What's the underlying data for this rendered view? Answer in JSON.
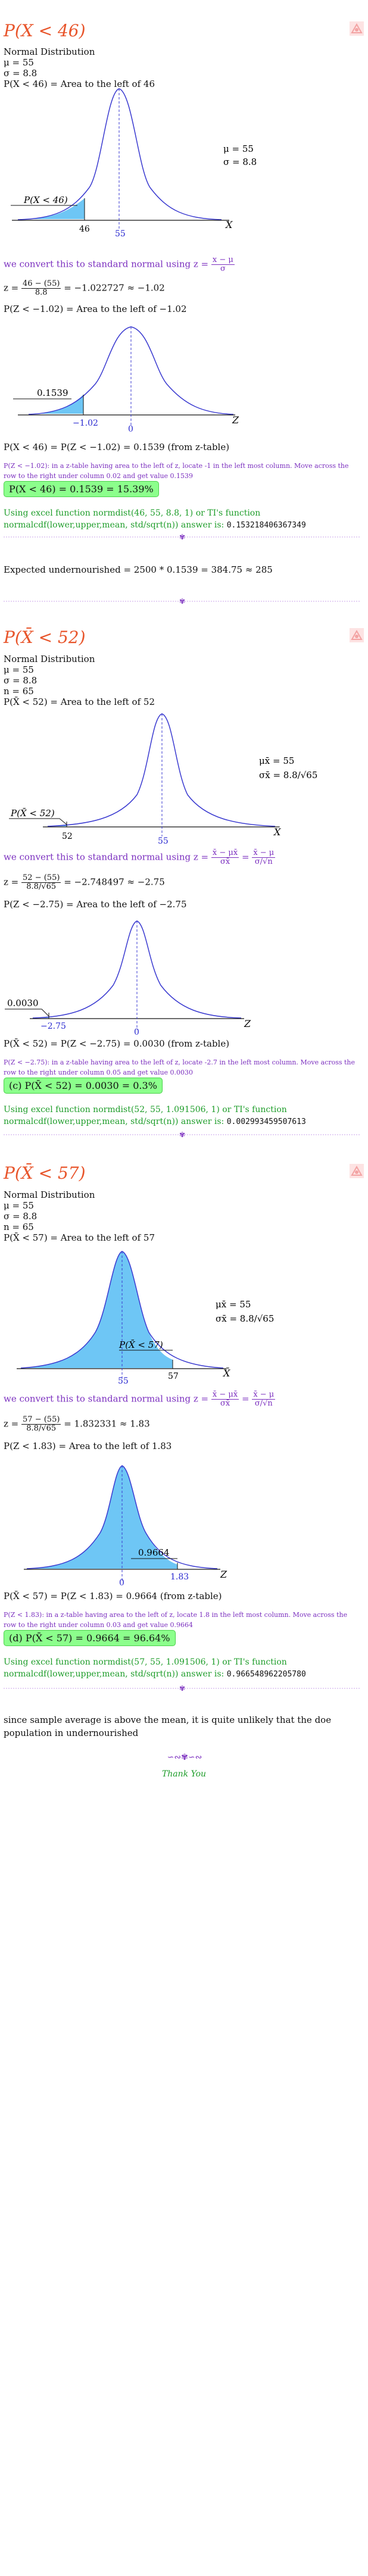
{
  "colors": {
    "accent": "#e8552b",
    "violet": "#7b2fbf",
    "green": "#1e9d2a",
    "box": "#8cff8c",
    "fill": "#4fc3f7",
    "curve": "#3a3ad0"
  },
  "s1": {
    "title": "P(X < 46)",
    "lines": [
      "Normal Distribution",
      "μ = 55",
      "σ = 8.8",
      "P(X < 46) = Area to the left of 46"
    ],
    "chart_mu": "μ = 55",
    "chart_sigma": "σ = 8.8",
    "label_region": "P(X < 46)",
    "tick_a": "46",
    "tick_mu": "55",
    "axis": "X",
    "convert_text": "we convert this to standard normal using",
    "convert_formula_lhs": "z =",
    "convert_formula_num": "x − μ",
    "convert_formula_den": "σ",
    "z_calc_num": "46 − (55)",
    "z_calc_den": "8.8",
    "z_calc_lhs": "z =",
    "z_calc_rhs": "= −1.022727 ≈ −1.02",
    "pz_line": "P(Z < −1.02) = Area to the left of −1.02",
    "z_label_val": "0.1539",
    "z_tick_a": "−1.02",
    "z_tick_0": "0",
    "z_axis": "Z",
    "result_line": "P(X < 46) = P(Z < −1.02) = 0.1539 (from z-table)",
    "note": "P(Z < −1.02): in a z-table having area to the left of z, locate -1 in the left most column. Move across the row to the right under column 0.02 and get value 0.1539",
    "answer": "P(X < 46) = 0.1539 = 15.39%",
    "excel": "Using excel function normdist(46, 55, 8.8, 1) or TI's function normalcdf(lower,upper,mean, std/sqrt(n)) answer is:",
    "excel_val": "0.153218406367349",
    "expected": "Expected undernourished = 2500 * 0.1539 = 384.75 ≈ 285"
  },
  "s2": {
    "title": "P(X̄ < 52)",
    "lines": [
      "Normal Distribution",
      "μ = 55",
      "σ = 8.8",
      "n = 65",
      "P(X̄ < 52) = Area to the left of 52"
    ],
    "chart_mu": "μx̄ = 55",
    "chart_sigma": "σx̄ = 8.8/√65",
    "label_region": "P(X̄ < 52)",
    "tick_a": "52",
    "tick_mu": "55",
    "axis": "X̄",
    "convert_text": "we convert this to standard normal using",
    "convert_formula_lhs": "z =",
    "convert_formula_num": "x̄ − μx̄",
    "convert_formula_den": "σx̄",
    "convert_formula_num2": "x̄ − μ",
    "convert_formula_den2": "σ/√n",
    "z_calc_num": "52 − (55)",
    "z_calc_den": "8.8/√65",
    "z_calc_lhs": "z =",
    "z_calc_rhs": "= −2.748497 ≈ −2.75",
    "pz_line": "P(Z < −2.75) = Area to the left of −2.75",
    "z_label_val": "0.0030",
    "z_tick_a": "−2.75",
    "z_tick_0": "0",
    "z_axis": "Z",
    "result_line": "P(X̄ < 52) = P(Z < −2.75) = 0.0030 (from z-table)",
    "note": "P(Z < −2.75): in a z-table having area to the left of z, locate -2.7 in the left most column. Move across the row to the right under column 0.05 and get value 0.0030",
    "answer": "(c) P(X̄ < 52) = 0.0030 = 0.3%",
    "excel": "Using excel function normdist(52, 55, 1.091506, 1) or TI's function normalcdf(lower,upper,mean, std/sqrt(n)) answer is:",
    "excel_val": "0.00299345950761​3"
  },
  "s3": {
    "title": "P(X̄ < 57)",
    "lines": [
      "Normal Distribution",
      "μ = 55",
      "σ = 8.8",
      "n = 65",
      "P(X̄ < 57) = Area to the left of 57"
    ],
    "chart_mu": "μx̄ = 55",
    "chart_sigma": "σx̄ = 8.8/√65",
    "label_region": "P(X̄ < 57)",
    "tick_a": "57",
    "tick_mu": "55",
    "axis": "X̄",
    "convert_text": "we convert this to standard normal using",
    "convert_formula_lhs": "z =",
    "convert_formula_num": "x̄ − μx̄",
    "convert_formula_den": "σx̄",
    "convert_formula_num2": "x̄ − μ",
    "convert_formula_den2": "σ/√n",
    "z_calc_num": "57 − (55)",
    "z_calc_den": "8.8/√65",
    "z_calc_lhs": "z =",
    "z_calc_rhs": "= 1.832331 ≈ 1.83",
    "pz_line": "P(Z < 1.83) = Area to the left of 1.83",
    "z_label_val": "0.9664",
    "z_tick_a": "1.83",
    "z_tick_0": "0",
    "z_axis": "Z",
    "result_line": "P(X̄ < 57) = P(Z < 1.83) = 0.9664 (from z-table)",
    "note": "P(Z < 1.83): in a z-table having area to the left of z, locate 1.8 in the left most column. Move across the row to the right under column 0.03 and get value 0.9664",
    "answer": "(d) P(X̄ < 57) = 0.9664 = 96.64%",
    "excel": "Using excel function normdist(57, 55, 1.091506, 1) or TI's function normalcdf(lower,upper,mean, std/sqrt(n)) answer is:",
    "excel_val": "0.966548962205780"
  },
  "conclusion": "since sample average is above the mean, it is quite unlikely that the doe population in undernourished",
  "thanks": "Thank You"
}
